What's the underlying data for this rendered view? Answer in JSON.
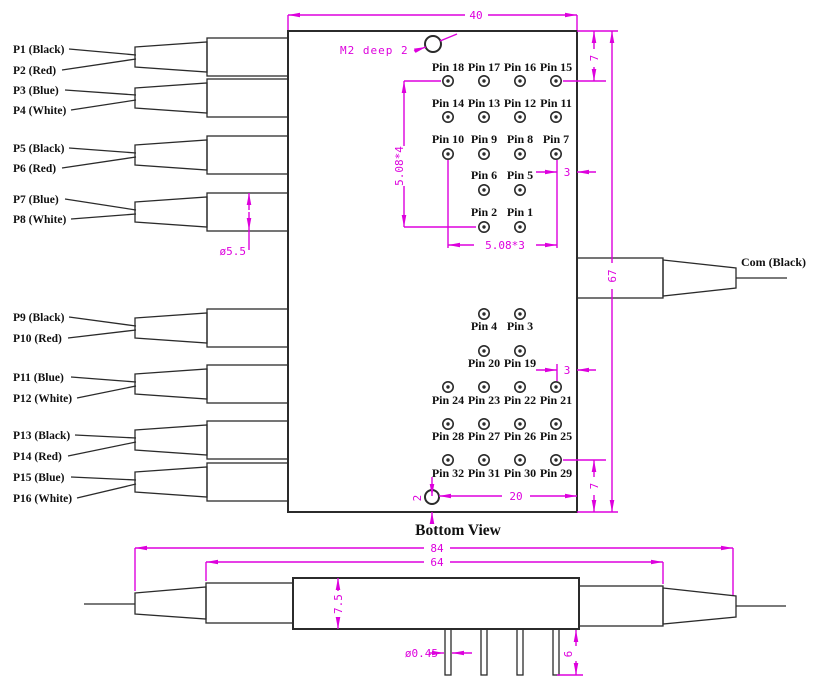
{
  "drawing": {
    "view_label": "Bottom View",
    "com_port": "Com (Black)",
    "ports_left": [
      "P1 (Black)",
      "P2 (Red)",
      "P3 (Blue)",
      "P4 (White)",
      "P5 (Black)",
      "P6 (Red)",
      "P7 (Blue)",
      "P8 (White)",
      "P9 (Black)",
      "P10 (Red)",
      "P11 (Blue)",
      "P12 (White)",
      "P13 (Black)",
      "P14 (Red)",
      "P15 (Blue)",
      "P16 (White)"
    ],
    "pin_rows_top": [
      [
        "Pin 18",
        "Pin 17",
        "Pin 16",
        "Pin 15"
      ],
      [
        "Pin 14",
        "Pin 13",
        "Pin 12",
        "Pin 11"
      ],
      [
        "Pin 10",
        "Pin 9",
        "Pin 8",
        "Pin 7"
      ],
      [
        "Pin 6",
        "Pin 5"
      ],
      [
        "Pin 2",
        "Pin 1"
      ]
    ],
    "pin_rows_bottom": [
      [
        "Pin 4",
        "Pin 3"
      ],
      [
        "Pin 20",
        "Pin 19"
      ],
      [
        "Pin 24",
        "Pin 23",
        "Pin 22",
        "Pin 21"
      ],
      [
        "Pin 28",
        "Pin 27",
        "Pin 26",
        "Pin 25"
      ],
      [
        "Pin 32",
        "Pin 31",
        "Pin 30",
        "Pin 29"
      ]
    ],
    "dims": {
      "width_top": "40",
      "edge_top": "7",
      "height": "67",
      "edge_bottom": "7",
      "pitch_v": "5.08*4",
      "pitch_h": "5.08*3",
      "offset3_top": "3",
      "offset3_bottom": "3",
      "hole_note": "M2 deep 2",
      "barrel_dia": "ø5.5",
      "hole_x": "20",
      "hole_y": "2",
      "len_overall": "84",
      "len_body": "64",
      "body_h": "7.5",
      "pin_dia": "ø0.45",
      "pin_len": "6"
    },
    "colors": {
      "dim": "#DD00DD",
      "line": "#2b2b2b"
    }
  }
}
